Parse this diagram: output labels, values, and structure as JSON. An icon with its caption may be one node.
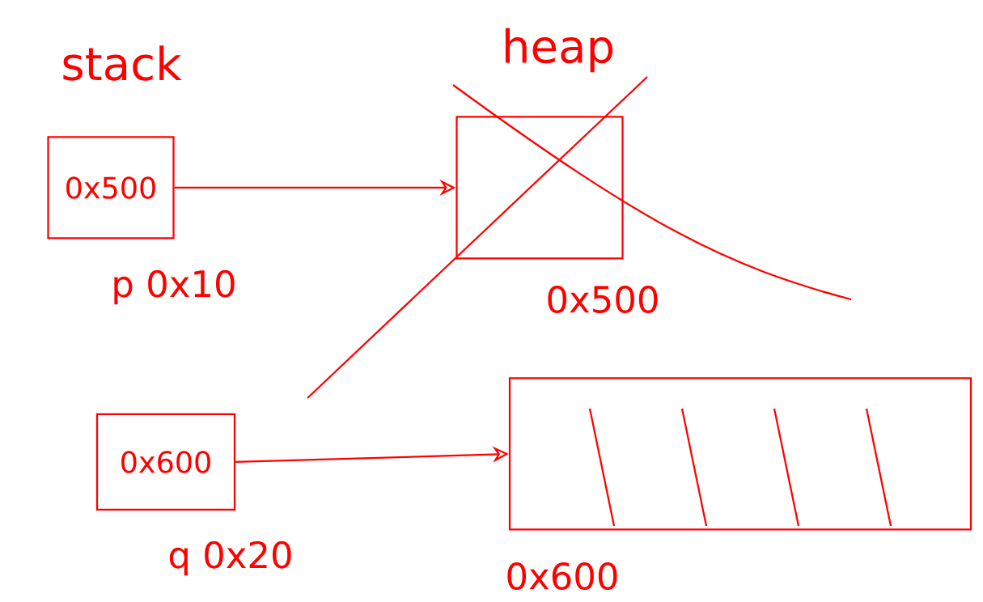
{
  "diagram": {
    "nodes": [
      {
        "text": [
          "0x500"
        ],
        "beside": [
          "p 0x10"
        ]
      },
      {
        "text": [],
        "shape": "box",
        "beside": [
          "0x500"
        ]
      },
      {
        "text": [
          "0x600"
        ],
        "beside": [
          "q 0x20"
        ]
      },
      {
        "text": [],
        "shape": "box",
        "beside": [
          "0x600"
        ]
      }
    ],
    "edges": [
      {
        "from": 0,
        "to": 1,
        "arrow": "to"
      },
      {
        "from": 2,
        "to": 3,
        "arrow": "to"
      }
    ],
    "labels": [
      "stack",
      "heap"
    ]
  }
}
